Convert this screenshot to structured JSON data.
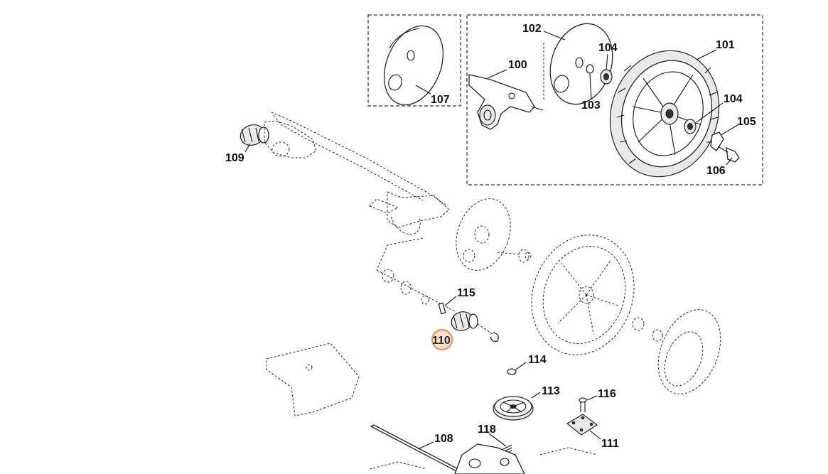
{
  "diagram": {
    "highlight_color": "#e8955a",
    "callouts": [
      {
        "id": "c100",
        "text": "100"
      },
      {
        "id": "c101",
        "text": "101"
      },
      {
        "id": "c102",
        "text": "102"
      },
      {
        "id": "c103",
        "text": "103"
      },
      {
        "id": "c104a",
        "text": "104"
      },
      {
        "id": "c104b",
        "text": "104"
      },
      {
        "id": "c105",
        "text": "105"
      },
      {
        "id": "c106",
        "text": "106"
      },
      {
        "id": "c107",
        "text": "107"
      },
      {
        "id": "c108",
        "text": "108"
      },
      {
        "id": "c109",
        "text": "109"
      },
      {
        "id": "c110",
        "text": "110"
      },
      {
        "id": "c111",
        "text": "111"
      },
      {
        "id": "c113",
        "text": "113"
      },
      {
        "id": "c114",
        "text": "114"
      },
      {
        "id": "c115",
        "text": "115"
      },
      {
        "id": "c116",
        "text": "116"
      },
      {
        "id": "c118",
        "text": "118"
      }
    ]
  }
}
